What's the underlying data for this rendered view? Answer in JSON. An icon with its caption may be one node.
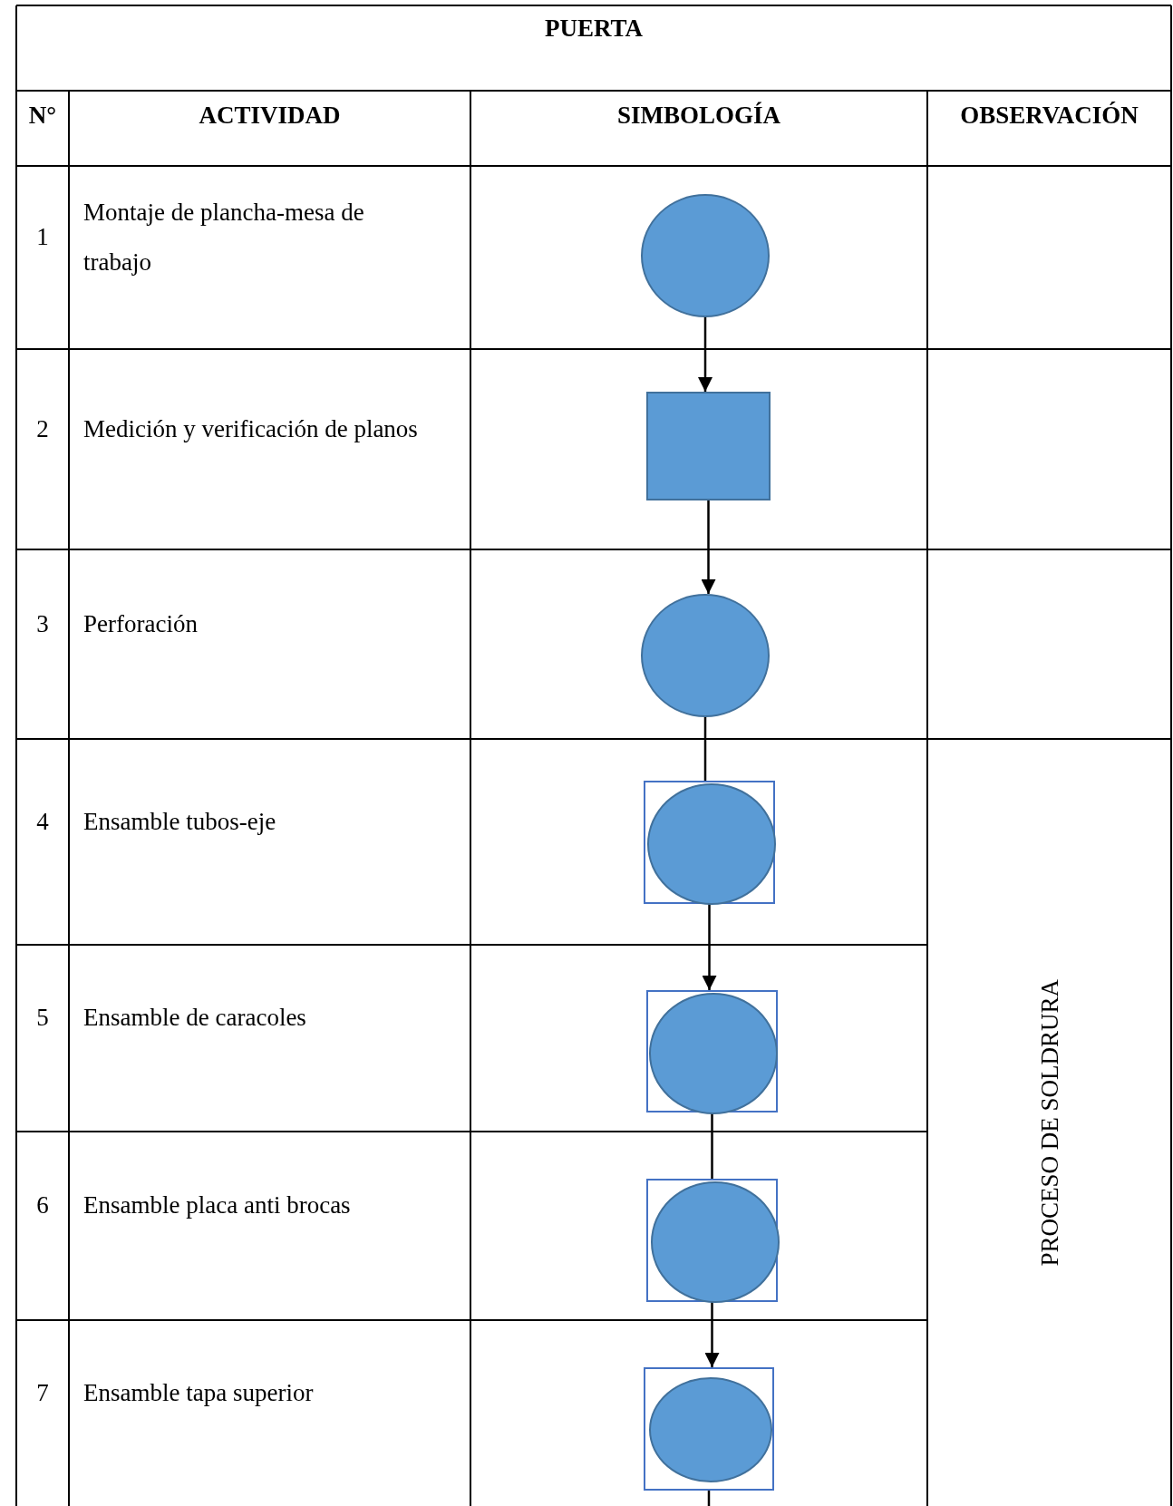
{
  "diagram": {
    "nodes": [
      {
        "text": [],
        "shape": "circle"
      },
      {
        "text": [],
        "shape": "box"
      },
      {
        "text": [],
        "shape": "circle"
      },
      {
        "text": [],
        "shape": "box"
      },
      {
        "text": [],
        "shape": "circle",
        "in": 3
      },
      {
        "text": [],
        "shape": "box"
      },
      {
        "text": [],
        "shape": "circle",
        "in": 5
      },
      {
        "text": [],
        "shape": "box"
      },
      {
        "text": [],
        "shape": "circle",
        "in": 7
      },
      {
        "text": [],
        "shape": "box"
      },
      {
        "text": [],
        "shape": "circle",
        "in": 9
      }
    ],
    "edges": [
      {
        "from": 0,
        "to": 1,
        "arrow": "to"
      },
      {
        "from": 1,
        "to": 2,
        "arrow": "to"
      },
      {
        "from": 2,
        "to": 3,
        "arrow": "none"
      },
      {
        "from": 3,
        "to": 5,
        "arrow": "to"
      },
      {
        "from": 5,
        "to": 7,
        "arrow": "none"
      },
      {
        "from": 7,
        "to": 9,
        "arrow": "to"
      },
      {
        "from": 9,
        "to": null,
        "arrow": "none"
      }
    ],
    "labels": [
      "PUERTA",
      "N°",
      "ACTIVIDAD",
      "SIMBOLOGÍA",
      "OBSERVACIÓN",
      "1",
      "Montaje de plancha-mesa de trabajo",
      "2",
      "Medición y verificación de planos",
      "3",
      "Perforación",
      "4",
      "Ensamble tubos-eje",
      "PROCESO DE SOLDRURA",
      "5",
      "Ensamble de caracoles",
      "6",
      "Ensamble placa anti brocas",
      "7",
      "Ensamble tapa superior"
    ]
  }
}
